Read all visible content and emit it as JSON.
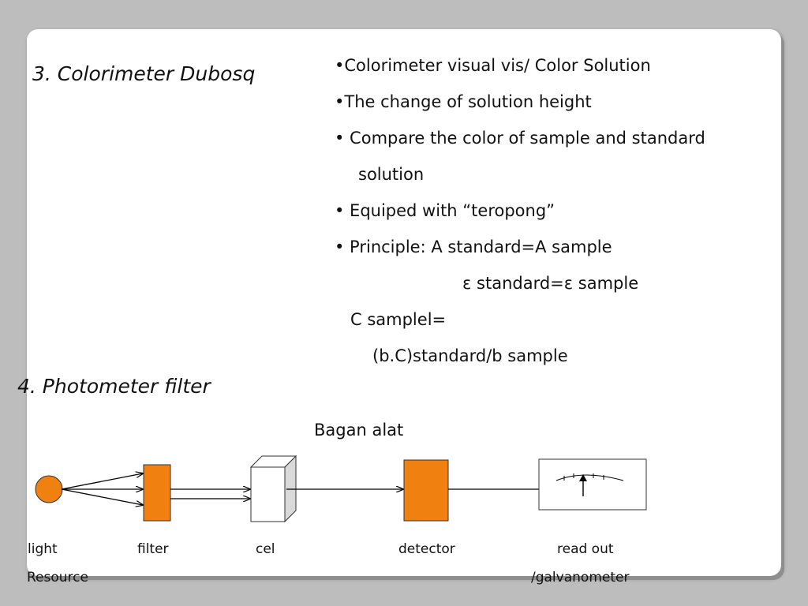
{
  "slide": {
    "heading_colorimeter": "3. Colorimeter Dubosq",
    "heading_photometer": "4. Photometer filter",
    "bullets": [
      "•Colorimeter visual vis/ Color Solution",
      "•The change of solution height",
      "• Compare the color of sample and standard",
      "solution",
      "• Equiped with “teropong”",
      "• Principle: A standard=A sample",
      "ε standard=ε sample",
      "C samplel=",
      "(b.C)standard/b sample"
    ]
  },
  "diagram": {
    "title": "Bagan alat",
    "labels": {
      "light": "light",
      "resource": "Resource",
      "filter": "filter",
      "cel": "cel",
      "detector": "detector",
      "read_out": "read out",
      "galvanometer": "/galvanometer"
    },
    "colors": {
      "accent": "#f0800f",
      "cell_side": "#d9d9d9",
      "line": "#000000"
    }
  }
}
